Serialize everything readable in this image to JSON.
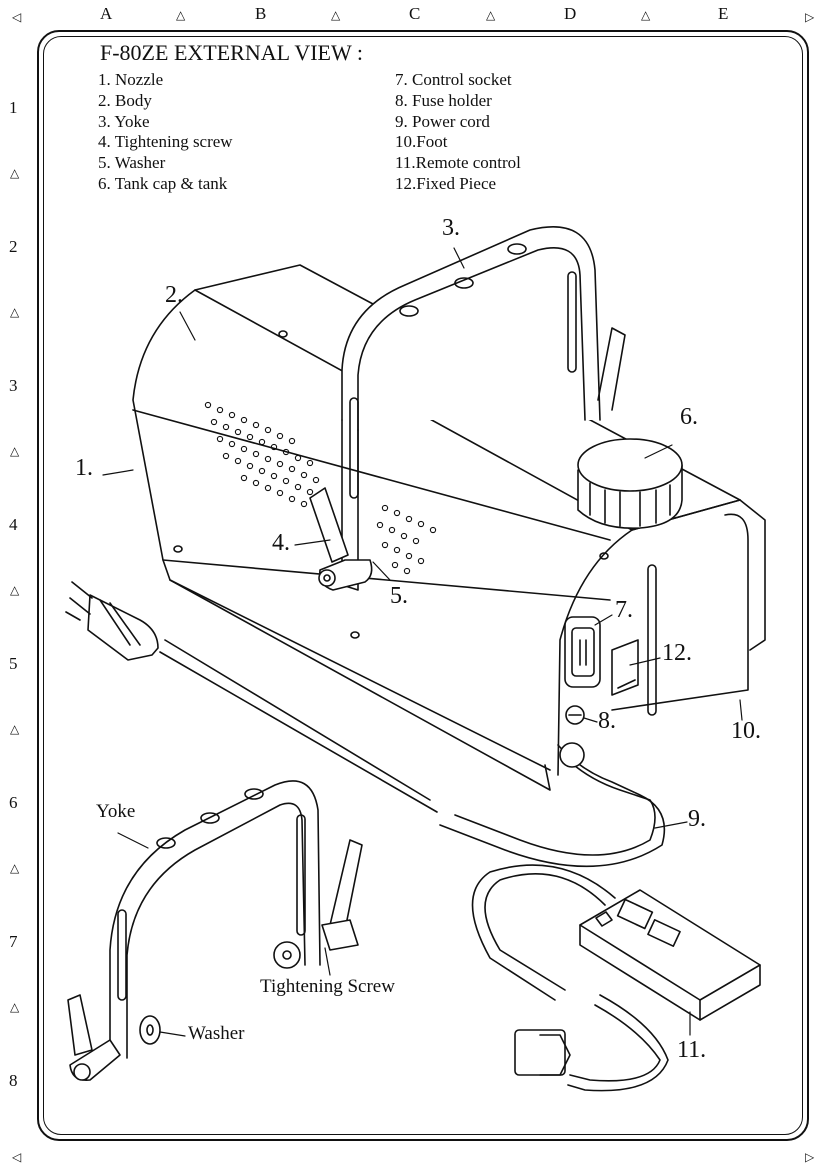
{
  "title": "F-80ZE EXTERNAL VIEW :",
  "grid": {
    "columns": [
      "A",
      "B",
      "C",
      "D",
      "E"
    ],
    "rows": [
      "1",
      "2",
      "3",
      "4",
      "5",
      "6",
      "7",
      "8"
    ]
  },
  "parts_list": {
    "left": [
      "1. Nozzle",
      "2. Body",
      "3. Yoke",
      "4. Tightening screw",
      "5. Washer",
      "6. Tank cap & tank"
    ],
    "right": [
      "7. Control socket",
      "8. Fuse holder",
      "9. Power cord",
      "10.Foot",
      "11.Remote control",
      "12.Fixed Piece"
    ]
  },
  "callouts": {
    "c1": "1.",
    "c2": "2.",
    "c3": "3.",
    "c4": "4.",
    "c5": "5.",
    "c6": "6.",
    "c7": "7.",
    "c8": "8.",
    "c9": "9.",
    "c10": "10.",
    "c11": "11.",
    "c12": "12."
  },
  "detail_labels": {
    "yoke": "Yoke",
    "tightening_screw": "Tightening Screw",
    "washer": "Washer"
  }
}
